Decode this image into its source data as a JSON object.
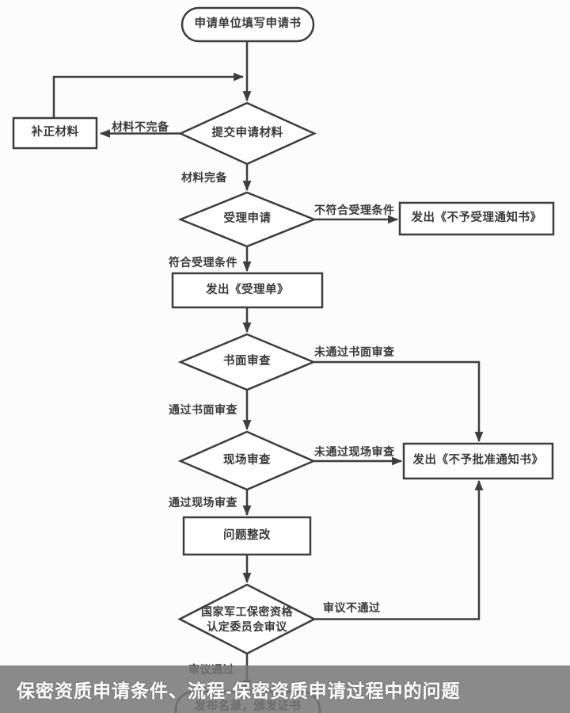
{
  "overlay": {
    "title": "保密资质申请条件、流程-保密资质申请过程中的问题",
    "background_color": "#767676",
    "text_color": "#ffffff"
  },
  "flowchart": {
    "line_color": "#3d3d3d",
    "node_fill": "#ffffff",
    "canvas_background": "#fcfcfc",
    "nodes": {
      "start": {
        "type": "rounded",
        "label": "申请单位填写申请书"
      },
      "submit_materials": {
        "type": "diamond",
        "label": "提交申请材料"
      },
      "supplement_materials": {
        "type": "rect",
        "label": "补正材料"
      },
      "accept_application": {
        "type": "diamond",
        "label": "受理申请"
      },
      "notice_no_acceptance": {
        "type": "rect",
        "label": "发出《不予受理通知书》"
      },
      "issue_acceptance_form": {
        "type": "rect",
        "label": "发出《受理单》"
      },
      "written_review": {
        "type": "diamond",
        "label": "书面审查"
      },
      "onsite_review": {
        "type": "diamond",
        "label": "现场审查"
      },
      "notice_no_approval": {
        "type": "rect",
        "label": "发出《不予批准通知书》"
      },
      "problem_rectification": {
        "type": "rect",
        "label": "问题整改"
      },
      "committee_review": {
        "type": "diamond",
        "label": "国家军工保密资格\n认定委员会审议"
      },
      "publish_certificate": {
        "type": "rounded",
        "label": "发布名录，颁发证书"
      }
    },
    "edge_labels": {
      "materials_incomplete": "材料不完备",
      "materials_complete": "材料完备",
      "not_meet_acceptance": "不符合受理条件",
      "meet_acceptance": "符合受理条件",
      "fail_written_review": "未通过书面审查",
      "pass_written_review": "通过书面审查",
      "fail_onsite_review": "未通过现场审查",
      "pass_onsite_review": "通过现场审查",
      "review_rejected": "审议不通过",
      "review_passed": "审议通过"
    }
  }
}
